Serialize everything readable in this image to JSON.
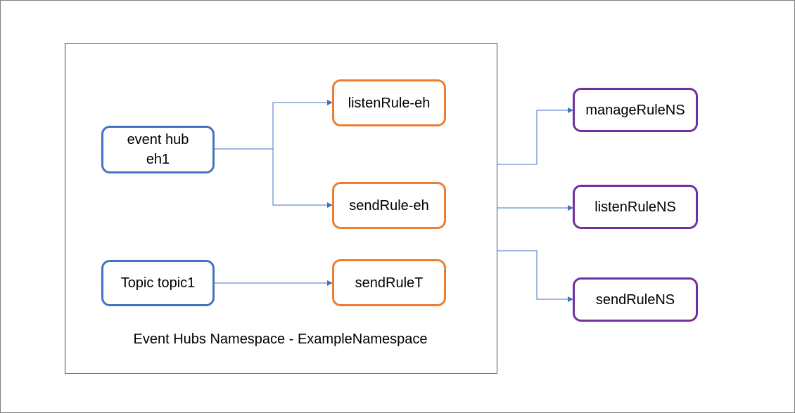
{
  "namespace": {
    "label": "Event Hubs Namespace - ExampleNamespace"
  },
  "sources": {
    "event_hub": {
      "line1": "event hub",
      "line2": "eh1"
    },
    "topic": {
      "label": "Topic topic1"
    }
  },
  "entity_rules": {
    "listen_eh": "listenRule-eh",
    "send_eh": "sendRule-eh",
    "send_topic": "sendRuleT"
  },
  "namespace_rules": {
    "manage": "manageRuleNS",
    "listen": "listenRuleNS",
    "send": "sendRuleNS"
  },
  "colors": {
    "source_border": "#4472c4",
    "entity_rule_border": "#ed7d31",
    "namespace_rule_border": "#7030a0",
    "connector": "#4472c4"
  }
}
